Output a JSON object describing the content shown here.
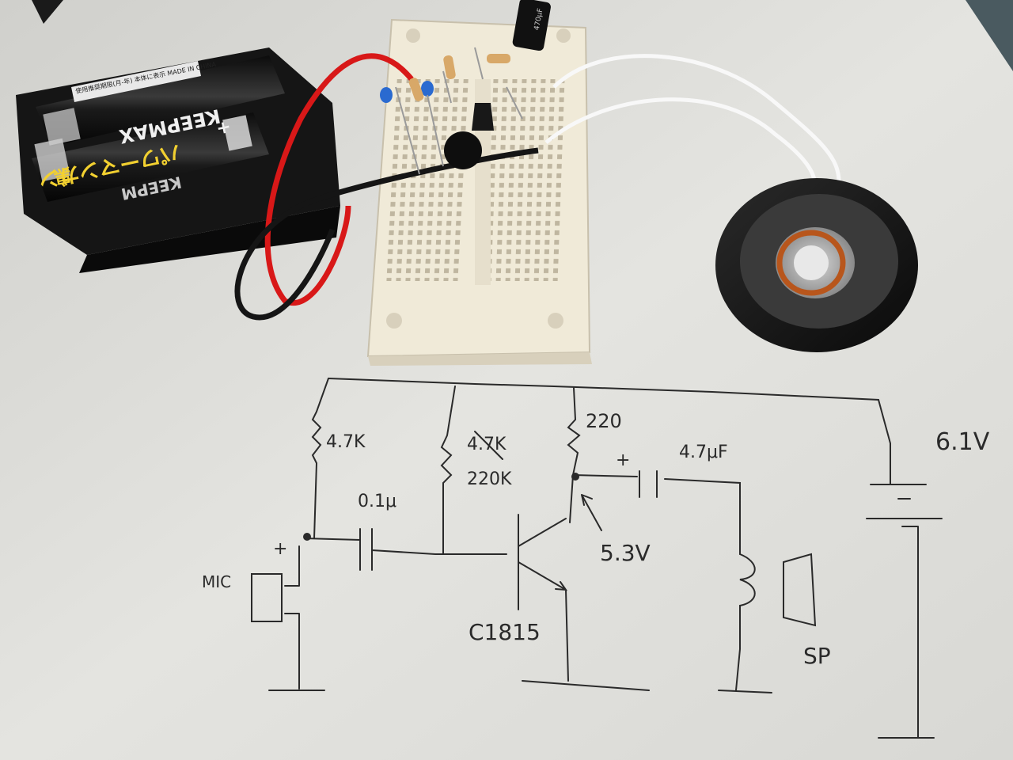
{
  "battery": {
    "top_cell_small_print": "使用推奨期限(月-年) 本体に表示 MADE IN CHINA",
    "brand": "KEEPMAX",
    "brand_mirrored": "KEEPM",
    "katakana": "パワーマンガン",
    "kanji": "黒",
    "polarity_plus": "+"
  },
  "capacitor_sleeve_text": "470μF",
  "schematic": {
    "r1_label": "4.7K",
    "r2_label_crossed": "4.7K",
    "r2_label": "220K",
    "r3_label": "220",
    "c1_label": "0.1μ",
    "c2_label": "4.7μF",
    "c2_polarity": "+",
    "mic_label": "MIC",
    "mic_polarity": "+",
    "transistor_label": "C1815",
    "collector_voltage": "5.3V",
    "supply_voltage": "6.1V",
    "speaker_label": "SP"
  },
  "colors": {
    "paper": "#e8e8e4",
    "breadboard": "#f0ead8",
    "battery_holder": "#151515",
    "red_wire": "#d81818",
    "ink": "#2a2a2a"
  }
}
